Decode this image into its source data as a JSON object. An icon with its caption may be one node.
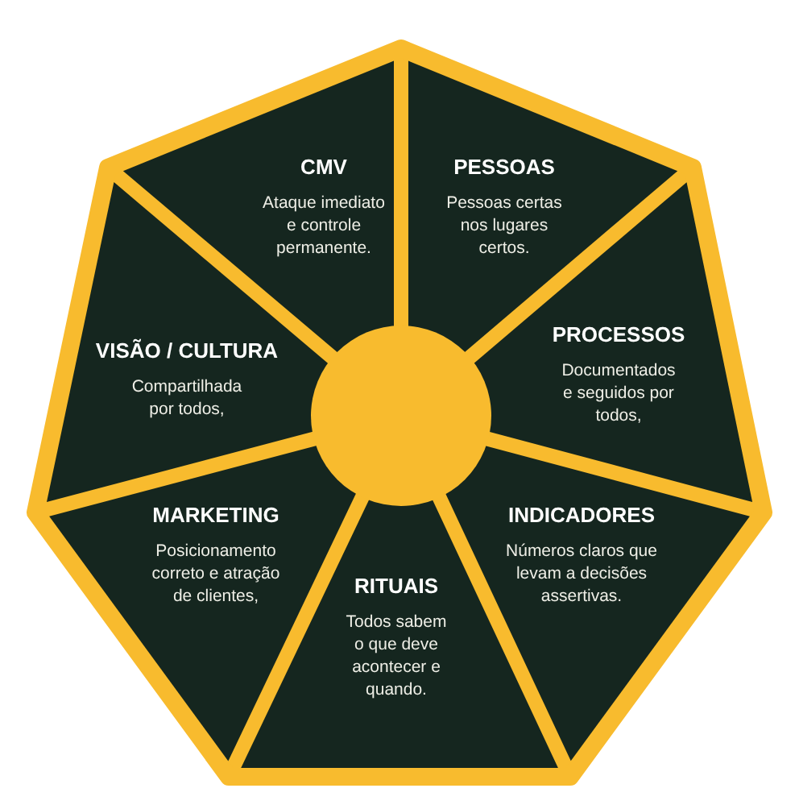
{
  "diagram": {
    "nodes": [
      {
        "text": [
          "CMV",
          "Ataque imediato e controle permanente."
        ]
      },
      {
        "text": [
          "PESSOAS",
          "Pessoas certas nos lugares certos."
        ]
      },
      {
        "text": [
          "PROCESSOS",
          "Documentados e seguidos por todos,"
        ]
      },
      {
        "text": [
          "VISÃO / CULTURA",
          "Compartilhada por todos,"
        ]
      },
      {
        "text": [
          "MARKETING",
          "Posicionamento correto e atração de clientes,"
        ]
      },
      {
        "text": [
          "INDICADORES",
          "Números claros que levam a decisões assertivas."
        ]
      },
      {
        "text": [
          "RITUAIS",
          "Todos sabem o que deve acontecer e quando."
        ]
      }
    ]
  }
}
